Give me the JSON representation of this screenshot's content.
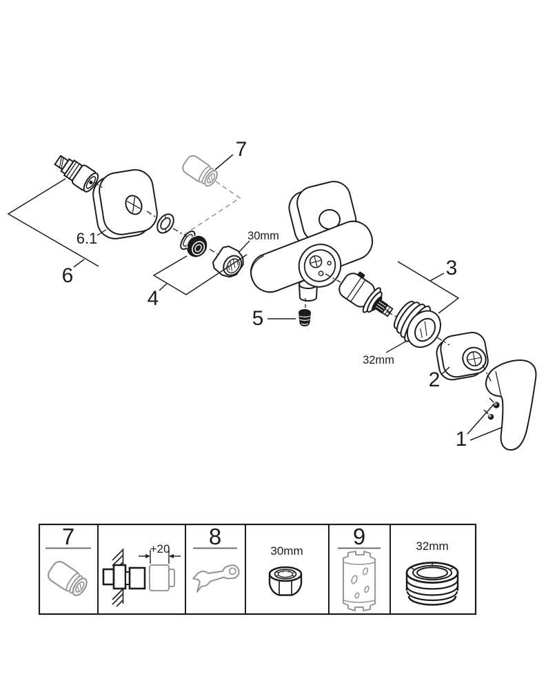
{
  "colors": {
    "ink": "#1b1b1b",
    "muted": "#969696",
    "background": "#ffffff"
  },
  "diagram": {
    "callouts": {
      "part1": "1",
      "part2": "2",
      "part3": "3",
      "part4": "4",
      "part5": "5",
      "part6": "6",
      "part6_1": "6.1",
      "part7": "7"
    },
    "dimensions": {
      "union_nut": "30mm",
      "cap_nut": "32mm"
    }
  },
  "legend": {
    "cells": [
      {
        "label": "7",
        "icon": "extension-nipple-icon"
      },
      {
        "label": "+20",
        "icon": "wall-mount-extension-diagram"
      },
      {
        "label": "8",
        "icon": "open-end-wrench-icon"
      },
      {
        "label": "30mm",
        "icon": "hex-nut-icon"
      },
      {
        "label": "9",
        "icon": "cartridge-socket-tool-icon"
      },
      {
        "label": "32mm",
        "icon": "ring-nut-icon"
      }
    ]
  }
}
